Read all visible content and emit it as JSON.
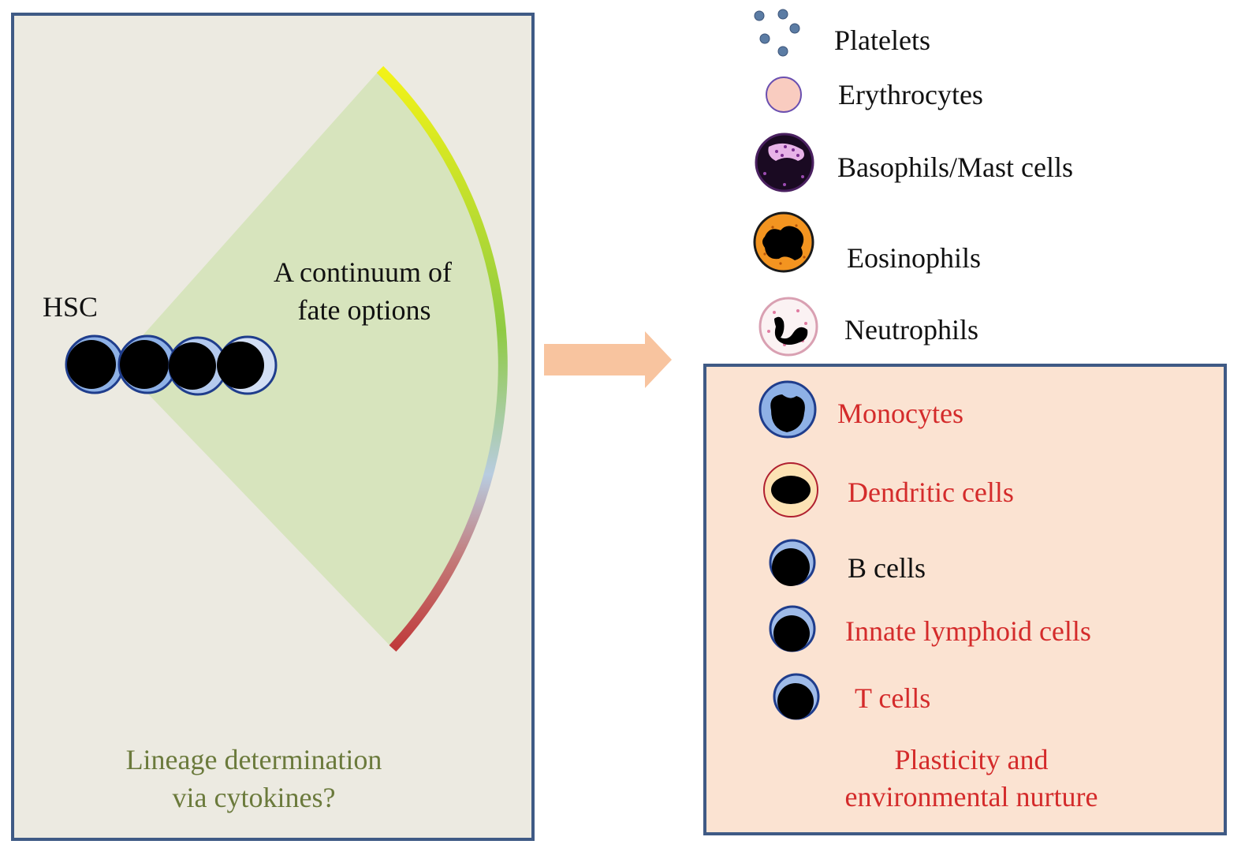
{
  "left_panel": {
    "hsc_label": "HSC",
    "fan_label_line1": "A continuum of",
    "fan_label_line2": "fate options",
    "caption_line1": "Lineage  determination",
    "caption_line2": "via cytokines?"
  },
  "cell_types": [
    {
      "label": "Platelets",
      "color": "#111111"
    },
    {
      "label": "Erythrocytes",
      "color": "#111111"
    },
    {
      "label": "Basophils/Mast  cells",
      "color": "#111111"
    },
    {
      "label": "Eosinophils",
      "color": "#111111"
    },
    {
      "label": "Neutrophils",
      "color": "#111111"
    }
  ],
  "plastic_box": {
    "cells": [
      {
        "label": "Monocytes",
        "color": "#d42b2b"
      },
      {
        "label": "Dendritic  cells",
        "color": "#d42b2b"
      },
      {
        "label": "B cells",
        "color": "#111111"
      },
      {
        "label": "Innate  lymphoid  cells",
        "color": "#d42b2b"
      },
      {
        "label": "T cells",
        "color": "#d42b2b"
      }
    ],
    "caption_line1": "Plasticity  and",
    "caption_line2": "environmental  nurture"
  },
  "colors": {
    "left_panel_bg": "#eceae1",
    "panel_border": "#3f5a85",
    "fan_fill": "#d7e4bd",
    "right_box_bg": "#fbe3d2",
    "arrow": "#f8c49f",
    "accent_red": "#d42b2b",
    "caption_green": "#6b7a3c"
  }
}
